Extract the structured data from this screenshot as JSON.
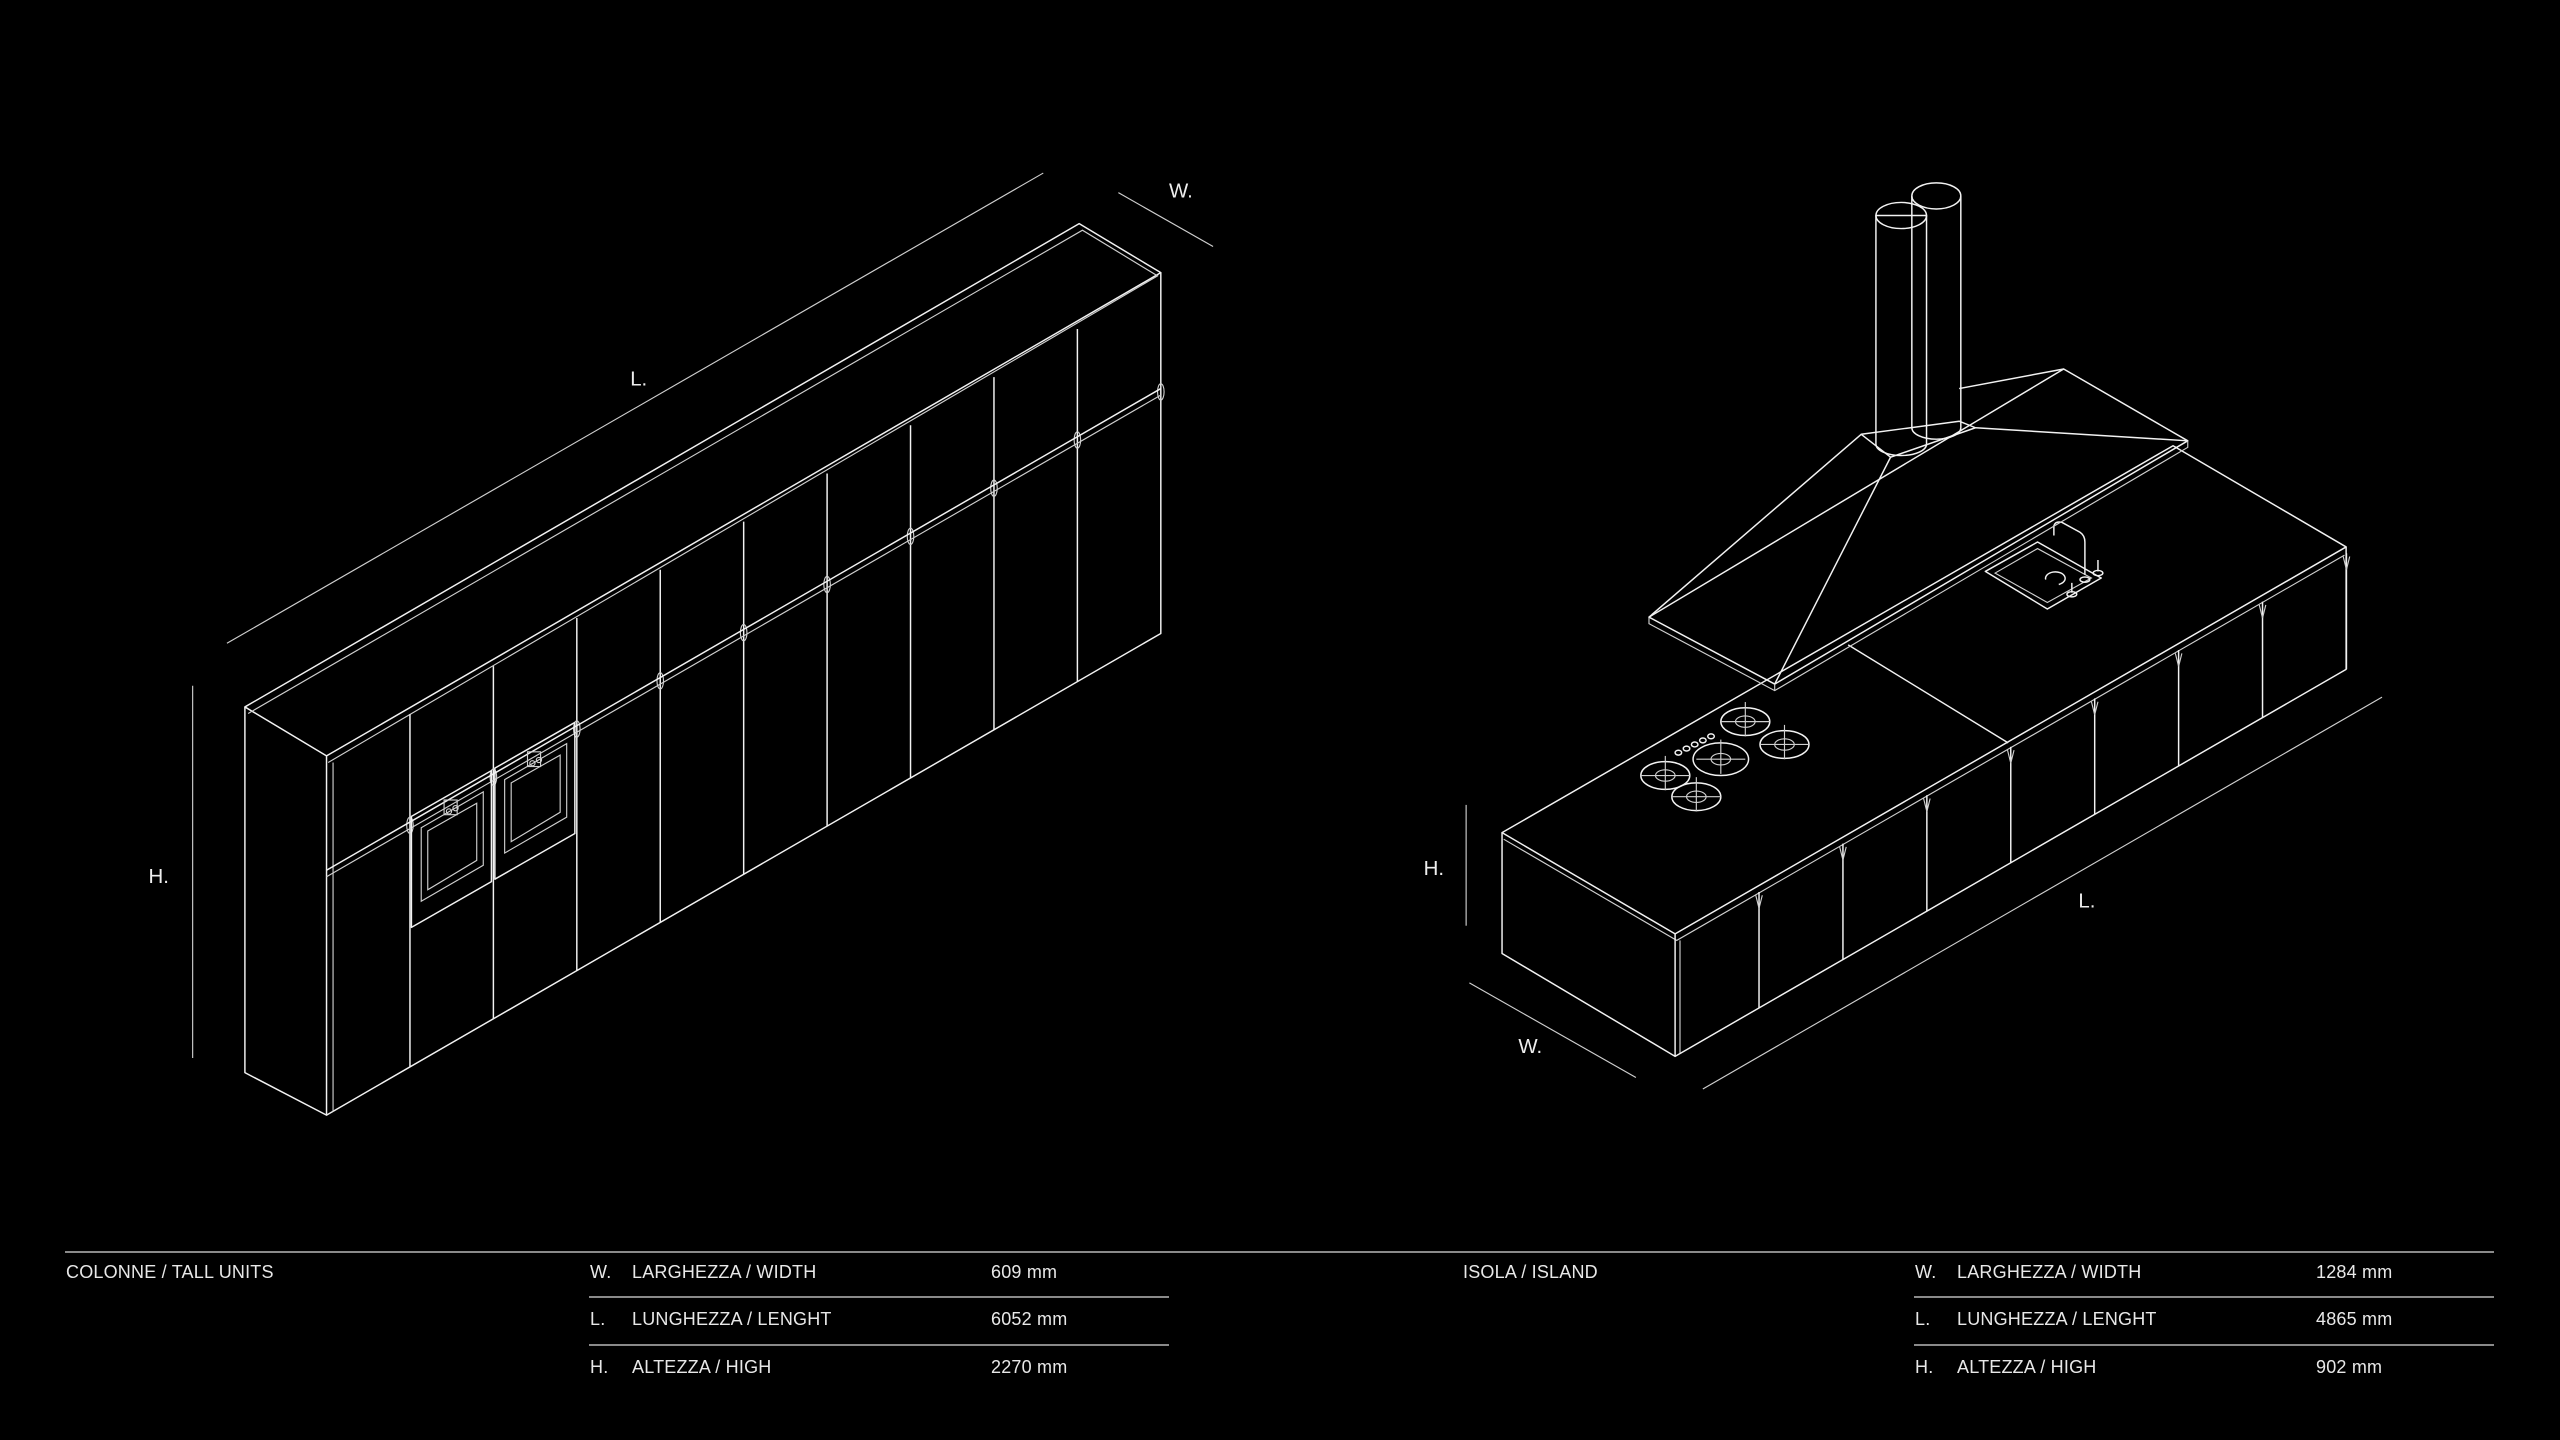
{
  "tall_units": {
    "title": "COLONNE / TALL UNITS",
    "labels": {
      "length": "L.",
      "width": "W.",
      "height": "H."
    },
    "rows": [
      {
        "key": "W.",
        "label": "LARGHEZZA / WIDTH",
        "value": "609 mm"
      },
      {
        "key": "L.",
        "label": "LUNGHEZZA / LENGHT",
        "value": "6052 mm"
      },
      {
        "key": "H.",
        "label": "ALTEZZA / HIGH",
        "value": "2270 mm"
      }
    ]
  },
  "island": {
    "title": "ISOLA / ISLAND",
    "labels": {
      "length": "L.",
      "width": "W.",
      "height": "H."
    },
    "rows": [
      {
        "key": "W.",
        "label": "LARGHEZZA / WIDTH",
        "value": "1284 mm"
      },
      {
        "key": "L.",
        "label": "LUNGHEZZA / LENGHT",
        "value": "4865 mm"
      },
      {
        "key": "H.",
        "label": "ALTEZZA / HIGH",
        "value": "902 mm"
      }
    ]
  }
}
